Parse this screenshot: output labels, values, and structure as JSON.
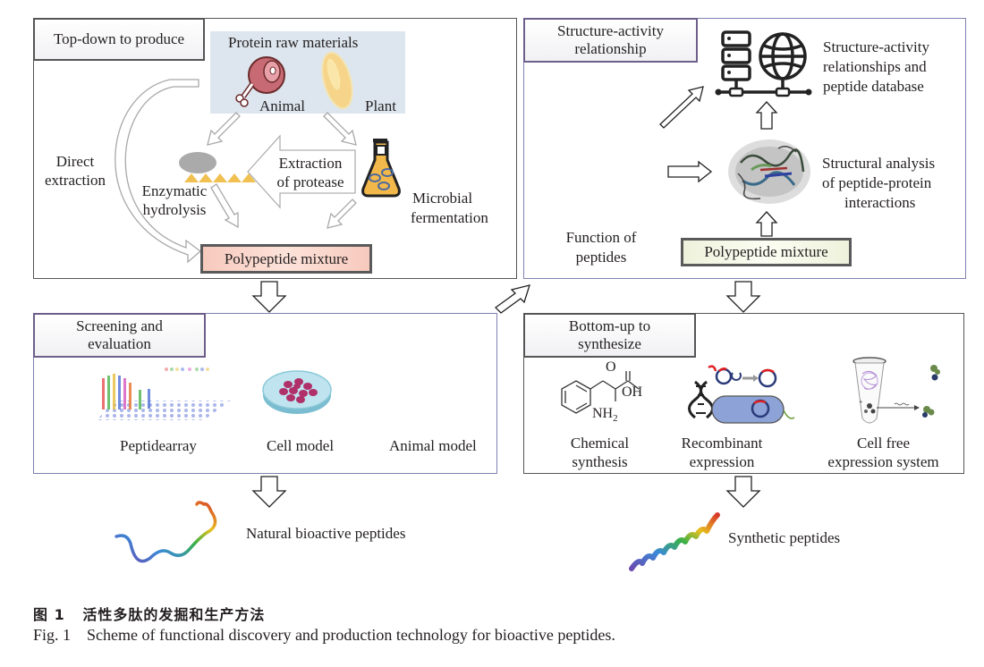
{
  "panels": {
    "top_down": {
      "title": "Top-down to produce",
      "raw_materials": "Protein raw materials",
      "animal": "Animal",
      "plant": "Plant",
      "direct_extraction": [
        "Direct",
        "extraction"
      ],
      "extraction_of_protease": [
        "Extraction",
        "of protease"
      ],
      "enzymatic_hydrolysis": [
        "Enzymatic",
        "hydrolysis"
      ],
      "microbial_fermentation": [
        "Microbial",
        "fermentation"
      ],
      "output": "Polypeptide mixture"
    },
    "structure_activity": {
      "title": [
        "Structure-activity",
        "relationship"
      ],
      "database": [
        "Structure-activity",
        "relationships and",
        "peptide database"
      ],
      "structural_analysis": [
        "Structural analysis",
        "of peptide-protein",
        "interactions"
      ],
      "function": [
        "Function of",
        "peptides"
      ],
      "input": "Polypeptide mixture"
    },
    "screening": {
      "title": [
        "Screening and",
        "evaluation"
      ],
      "items": [
        "Peptidearray",
        "Cell model",
        "Animal model"
      ]
    },
    "bottom_up": {
      "title": [
        "Bottom-up to",
        "synthesize"
      ],
      "items": [
        [
          "Chemical",
          "synthesis"
        ],
        [
          "Recombinant",
          "expression"
        ],
        [
          "Cell free",
          "expression system"
        ]
      ],
      "chem_labels": {
        "o": "O",
        "oh": "OH",
        "nh2": "NH",
        "sub": "2"
      }
    }
  },
  "outputs": {
    "natural": "Natural bioactive peptides",
    "synthetic": "Synthetic peptides"
  },
  "caption": {
    "cn": "图 1   活性多肽的发掘和生产方法",
    "en": "Fig. 1    Scheme of functional discovery and production technology for bioactive peptides."
  },
  "colors": {
    "raw_bg": "#dde6ee",
    "mixture_pink": "#f7c9bd",
    "mixture_green": "#eef2dc",
    "protease_yellow": "#f0c050",
    "petri_blue": "#9fd3e0",
    "cell_magenta": "#b0306a"
  }
}
